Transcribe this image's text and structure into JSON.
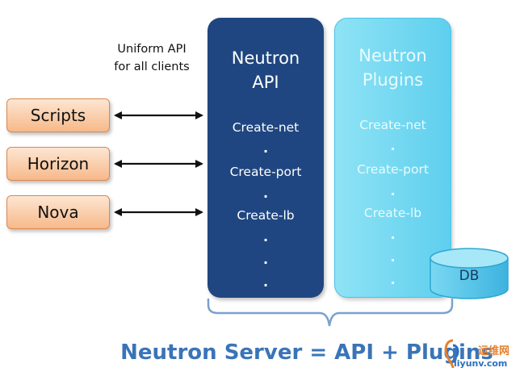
{
  "note": {
    "line1": "Uniform API",
    "line2": "for all clients"
  },
  "clients": [
    "Scripts",
    "Horizon",
    "Nova"
  ],
  "api": {
    "title1": "Neutron",
    "title2": "API",
    "items": [
      "Create-net",
      "Create-port",
      "Create-lb"
    ],
    "dot": "."
  },
  "plugins": {
    "title1": "Neutron",
    "title2": "Plugins",
    "items": [
      "Create-net",
      "Create-port",
      "Create-lb"
    ],
    "dot": "."
  },
  "db": {
    "label": "DB"
  },
  "caption": "Neutron Server = API + Plugins",
  "watermark": {
    "text": "运维网",
    "url": "iiyunv.com"
  },
  "colors": {
    "api_box": "#1f4680",
    "plugins_box": "#6ad4f0",
    "client_box": "#f7b98a",
    "caption": "#3a74b8"
  }
}
